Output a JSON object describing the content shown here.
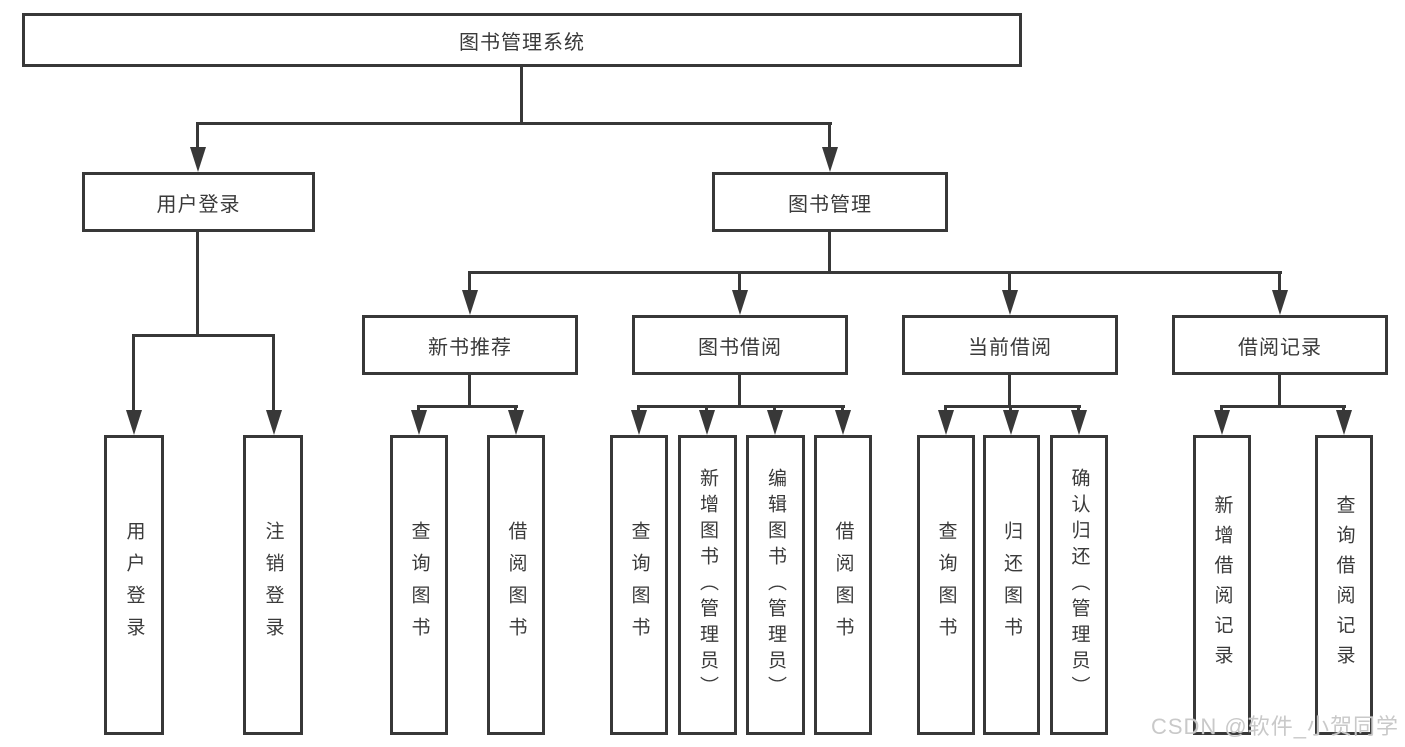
{
  "diagram": {
    "nodes": {
      "root": {
        "label": "图书管理系统"
      },
      "user_login": {
        "label": "用户登录"
      },
      "book_mgmt": {
        "label": "图书管理"
      },
      "new_books": {
        "label": "新书推荐"
      },
      "book_borrow": {
        "label": "图书借阅"
      },
      "current_borrow": {
        "label": "当前借阅"
      },
      "borrow_records": {
        "label": "借阅记录"
      },
      "leaf_user_login": {
        "label": "用户登录"
      },
      "leaf_logout": {
        "label": "注销登录"
      },
      "leaf_nb_query": {
        "label": "查询图书"
      },
      "leaf_nb_borrow": {
        "label": "借阅图书"
      },
      "leaf_bb_query": {
        "label": "查询图书"
      },
      "leaf_bb_add": {
        "label": "新增图书（管理员）"
      },
      "leaf_bb_edit": {
        "label": "编辑图书（管理员）"
      },
      "leaf_bb_borrow": {
        "label": "借阅图书"
      },
      "leaf_cb_query": {
        "label": "查询图书"
      },
      "leaf_cb_return": {
        "label": "归还图书"
      },
      "leaf_cb_confirm": {
        "label": "确认归还（管理员）"
      },
      "leaf_br_add": {
        "label": "新增借阅记录"
      },
      "leaf_br_query": {
        "label": "查询借阅记录"
      }
    },
    "watermark": "CSDN @软件_小贺同学",
    "colors": {
      "line": "#383838",
      "text": "#3a3a3a",
      "watermark": "#c9c9c9",
      "background": "#ffffff"
    }
  }
}
